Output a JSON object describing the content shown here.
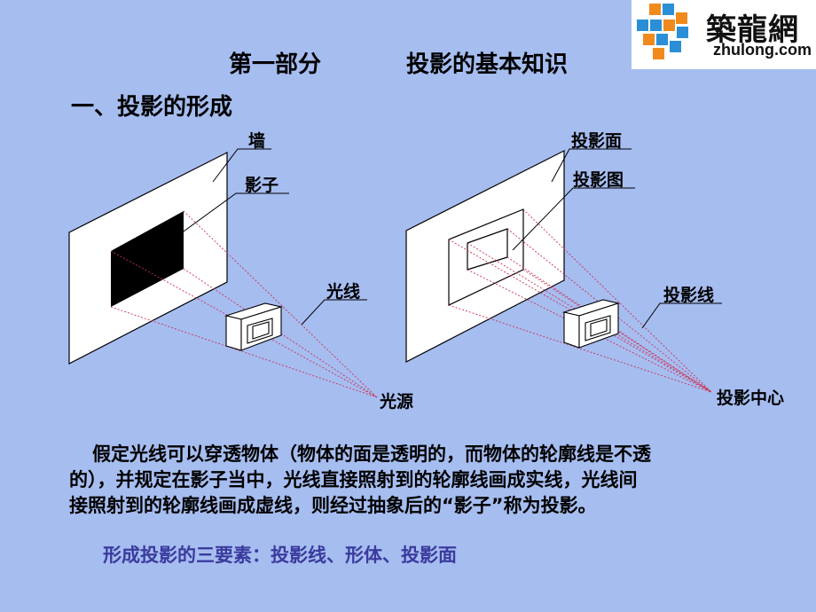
{
  "logo": {
    "name_cn": "築龍網",
    "url": "zhulong.com"
  },
  "header": {
    "part": "第一部分",
    "title": "投影的基本知识"
  },
  "section": {
    "heading": "一、投影的形成"
  },
  "left_figure": {
    "wall": "墙",
    "shadow": "影子",
    "light_ray": "光线",
    "light_source": "光源"
  },
  "right_figure": {
    "projection_plane": "投影面",
    "projection_image": "投影图",
    "projection_line": "投影线",
    "projection_center": "投影中心"
  },
  "body": {
    "line1": "假定光线可以穿透物体（物体的面是透明的，而物体的轮廓线是不透",
    "line2": "的），并规定在影子当中，光线直接照射到的轮廓线画成实线，光线间",
    "line3": "接照射到的轮廓线画成虚线，则经过抽象后的“影子”称为投影。"
  },
  "summary": "形成投影的三要素：投影线、形体、投影面",
  "colors": {
    "background": "#a6bdf0",
    "ray": "#cc3355",
    "summary_text": "#3b3b9e"
  }
}
